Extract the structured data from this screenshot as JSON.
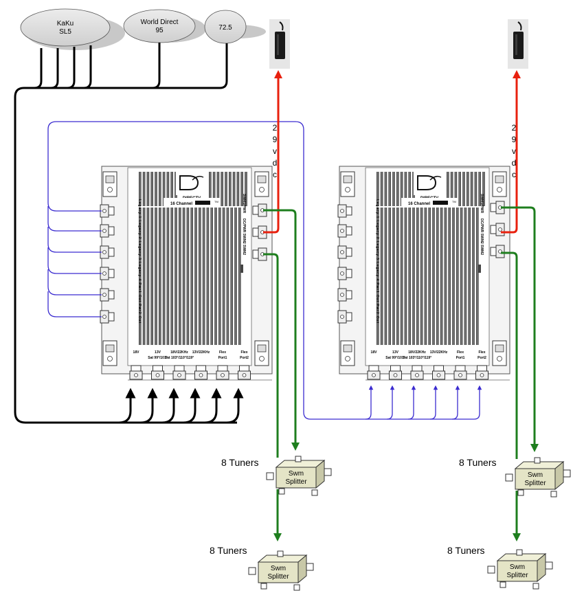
{
  "satellites": [
    {
      "line1": "KaKu",
      "line2": "SL5"
    },
    {
      "line1": "World Direct",
      "line2": "95"
    },
    {
      "line1": "72.5",
      "line2": ""
    }
  ],
  "power_label": [
    "2",
    "9",
    "v",
    "d",
    "c"
  ],
  "multiswitch": {
    "brand": "DIRECTV",
    "model": "16 Channel",
    "trademark": "TM",
    "right_ports": [
      "SWM1/PWR",
      "DC/PWR SWM2",
      "SWM2"
    ],
    "left_ports": "Legacy 1 Legacy 2 Legacy 3 Legacy 4 Pwr1 Out Pwr2 Out",
    "bottom_ports": [
      {
        "top": "18V",
        "bottom": ""
      },
      {
        "top": "13V",
        "bottom": "Sat 99°/101°"
      },
      {
        "top": "18V/22KHz",
        "bottom": "Sat 103°/110°/119°"
      },
      {
        "top": "13V/22KHz",
        "bottom": ""
      },
      {
        "top": "Flex",
        "bottom": "Port1"
      },
      {
        "top": "Flex",
        "bottom": "Port2"
      }
    ]
  },
  "splitter": {
    "line1": "Swm",
    "line2": "Splitter"
  },
  "tuner_label": "8 Tuners",
  "colors": {
    "power": "#e8200e",
    "swm": "#1e7e1e",
    "legacy": "#3a2bd0",
    "coax": "#000000"
  }
}
